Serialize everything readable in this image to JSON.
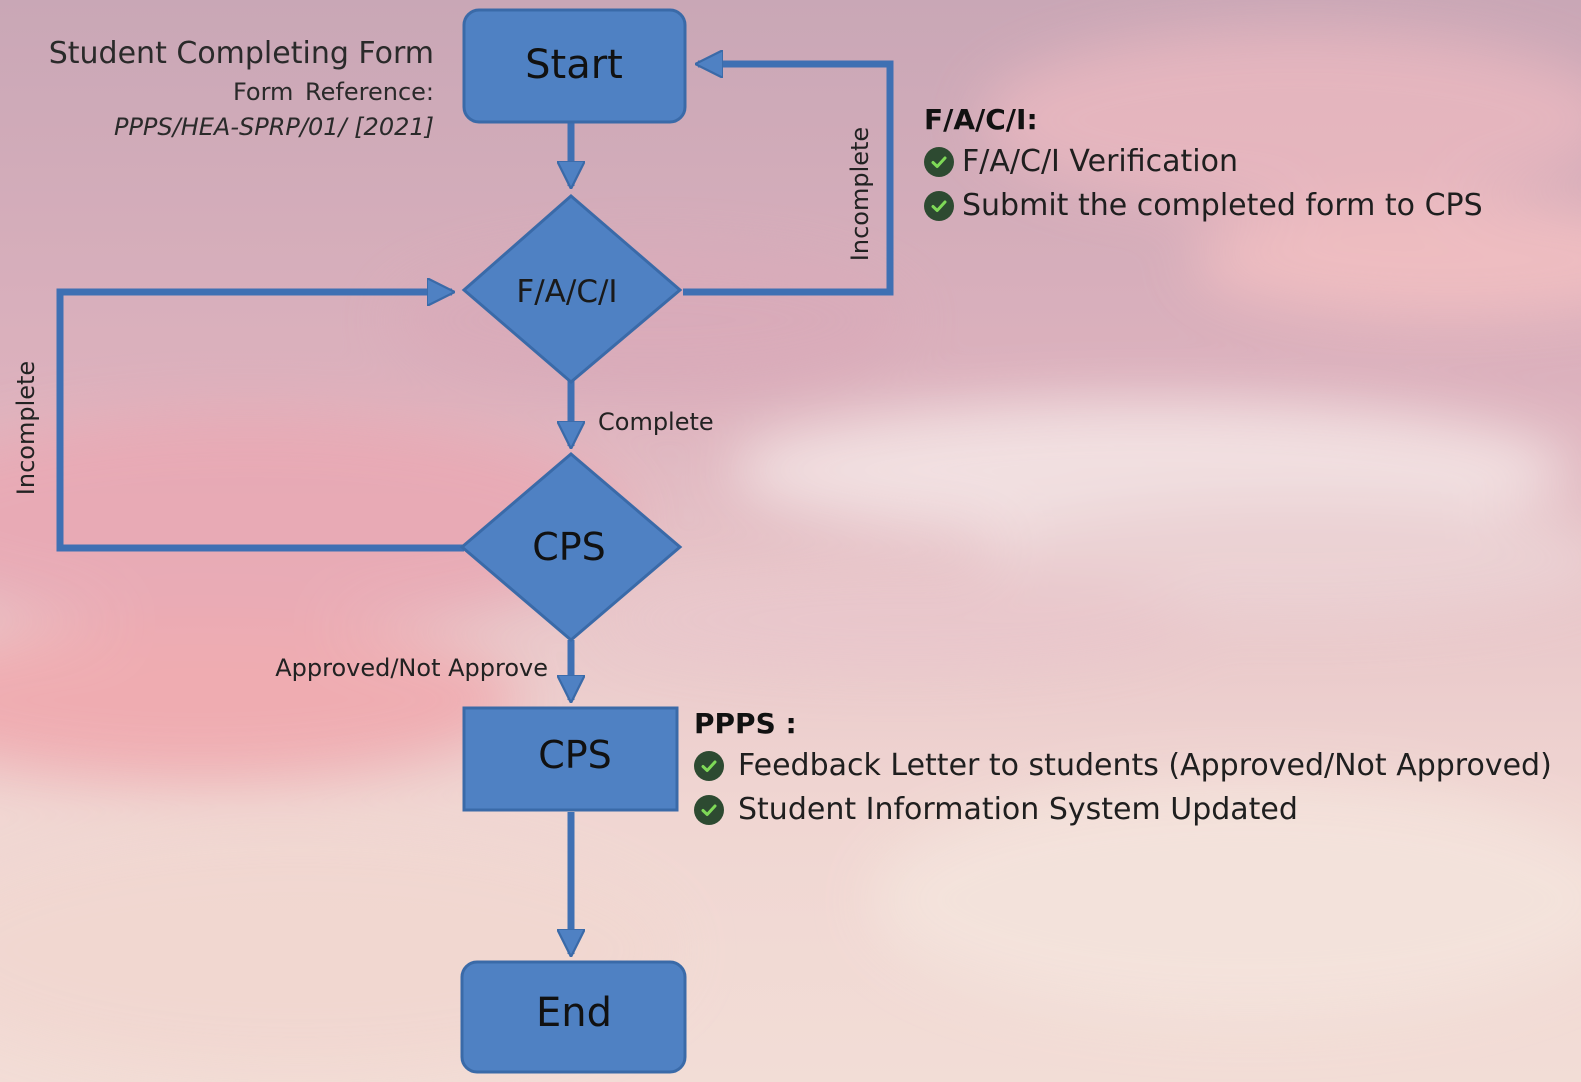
{
  "header": {
    "title": "Student Completing Form",
    "ref_label": "Form Reference:",
    "ref_value": "PPPS/HEA-SPRP/01/ [2021]"
  },
  "nodes": {
    "start": "Start",
    "facii": "F/A/C/I",
    "cps_decision": "CPS",
    "cps_process": "CPS",
    "end": "End"
  },
  "edges": {
    "incomplete_right": "Incomplete",
    "incomplete_left": "Incomplete",
    "complete": "Complete",
    "approved": "Approved/Not  Approve"
  },
  "facii_panel": {
    "title": "F/A/C/I:",
    "items": [
      "F/A/C/I Verification",
      "Submit the completed form to CPS"
    ]
  },
  "ppps_panel": {
    "title": "PPPS :",
    "items": [
      "Feedback Letter to students (Approved/Not Approved)",
      "Student Information System Updated"
    ]
  },
  "colors": {
    "shape_fill": "#4f81c3",
    "shape_stroke": "#3a6aa8",
    "check_fill": "#2d4a31"
  }
}
